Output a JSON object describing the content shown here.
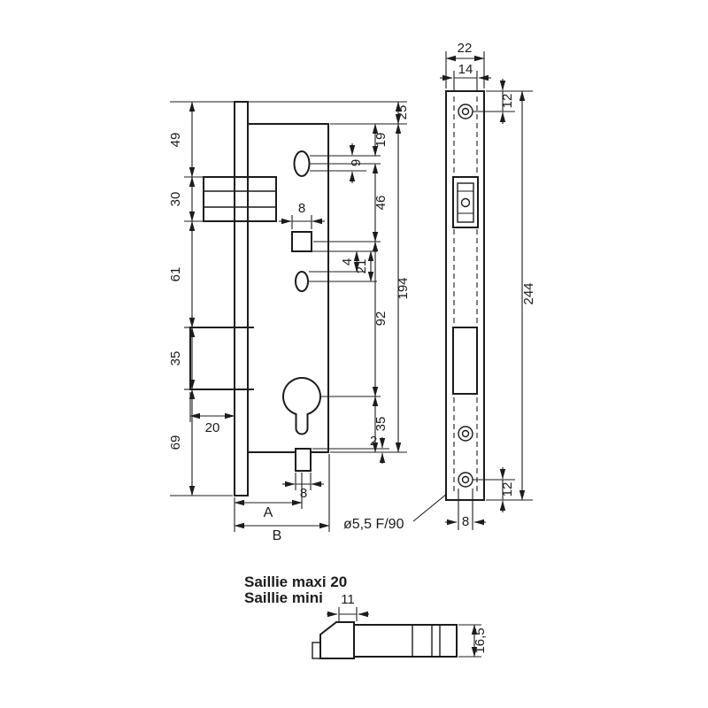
{
  "front_view": {
    "left_chain": {
      "d49": "49",
      "d30": "30",
      "d61": "61",
      "d35": "35",
      "d69": "69"
    },
    "deadbolt_dim": "20",
    "square_dim": "8",
    "oval_dim": "9",
    "slot_dims": {
      "d4": "4",
      "d21": "21"
    },
    "right_chain": {
      "d19": "19",
      "d46": "46",
      "d92": "92",
      "d35": "35",
      "d2": "2"
    },
    "outer_chain": {
      "d25": "25",
      "d194": "194"
    },
    "pin_dim": "8",
    "backset_dim": "A",
    "case_depth_dim": "B",
    "hole_note": "ø5,5 F/90"
  },
  "side_view": {
    "d22": "22",
    "d14": "14",
    "d12_top": "12",
    "d244": "244",
    "d12_bottom": "12",
    "d8": "8"
  },
  "latch_detail": {
    "saillie_maxi": "Saillie maxi 20",
    "saillie_mini": "Saillie mini",
    "d11": "11",
    "d16_5": "16,5"
  }
}
